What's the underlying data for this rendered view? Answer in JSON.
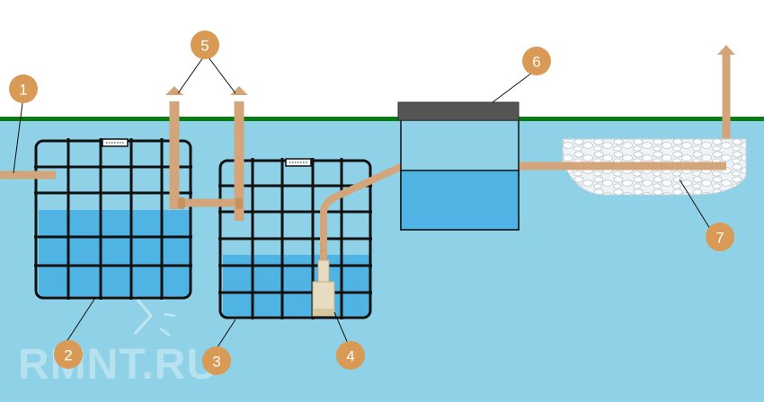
{
  "callouts": [
    {
      "id": "1",
      "text": "1"
    },
    {
      "id": "2",
      "text": "2"
    },
    {
      "id": "3",
      "text": "3"
    },
    {
      "id": "4",
      "text": "4"
    },
    {
      "id": "5",
      "text": "5"
    },
    {
      "id": "6",
      "text": "6"
    },
    {
      "id": "7",
      "text": "7"
    }
  ],
  "watermark": "RMNT.RU",
  "colors": {
    "sky": "#ffffff",
    "soil": "#8fd1e6",
    "ground_line": "#0b7a14",
    "water": "#4fb3e3",
    "pipe": "#d4a57a",
    "badge": "#d99a55",
    "cage": "#111111",
    "lid": "#555555"
  },
  "icons": [
    "vent-arrow-icon",
    "pump-icon",
    "gravel-icon",
    "paint-roller-icon"
  ]
}
